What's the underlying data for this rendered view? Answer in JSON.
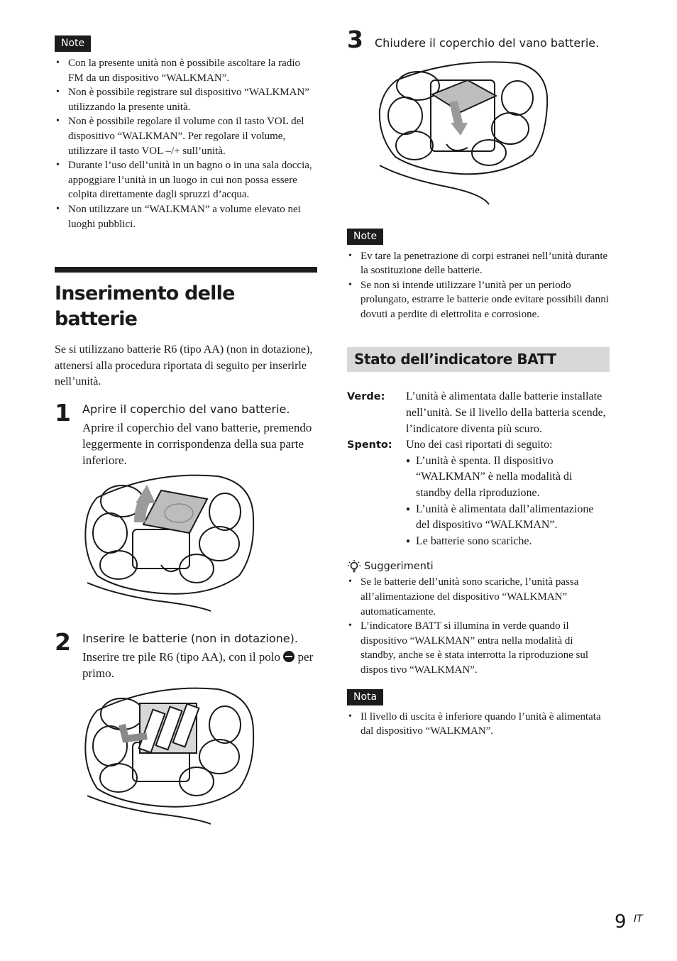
{
  "left": {
    "notes_label": "Note",
    "notes": [
      "Con la presente unità non è possibile ascoltare la radio FM da un dispositivo “WALKMAN”.",
      "Non è possibile registrare sul dispositivo “WALKMAN” utilizzando la presente unità.",
      "Non è possibile regolare il volume con il tasto VOL del dispositivo “WALKMAN”. Per regolare il volume, utilizzare il tasto VOL –/+ sull’unità.",
      "Durante l’uso dell’unità in un bagno o in una sala doccia, appoggiare l’unità in un luogo in cui non possa essere colpita direttamente dagli spruzzi d’acqua.",
      "Non utilizzare un “WALKMAN” a volume elevato nei luoghi pubblici."
    ],
    "section_title": "Inserimento delle batterie",
    "intro": "Se si utilizzano batterie R6 (tipo AA) (non in dotazione), attenersi alla procedura riportata di seguito per inserirle nell’unità.",
    "step1": {
      "num": "1",
      "title": "Aprire il coperchio del vano batterie.",
      "body": "Aprire il coperchio del vano batterie, premendo leggermente in corrispondenza della sua parte inferiore."
    },
    "step2": {
      "num": "2",
      "title": "Inserire le batterie (non in dotazione).",
      "body_before": "Inserire tre pile R6 (tipo AA), con il polo",
      "body_after": "per primo."
    }
  },
  "right": {
    "step3": {
      "num": "3",
      "title": "Chiudere il coperchio del vano batterie."
    },
    "notes_label": "Note",
    "notes": [
      "Ev tare la penetrazione di corpi estranei nell’unità durante la sostituzione delle batterie.",
      "Se non si intende utilizzare l’unità per un periodo prolungato, estrarre le batterie onde evitare possibili danni dovuti a perdite di elettrolita e corrosione."
    ],
    "section_title": "Stato dell’indicatore BATT",
    "verde_key": "Verde:",
    "verde_text": "L’unità è alimentata dalle batterie installate nell’unità. Se il livello della batteria scende, l’indicatore diventa più scuro.",
    "spento_key": "Spento:",
    "spento_intro": "Uno dei casi riportati di seguito:",
    "spento_items": [
      "L’unità è spenta. Il dispositivo “WALKMAN” è nella modalità di standby della riproduzione.",
      "L’unità è alimentata dall’alimentazione del dispositivo “WALKMAN”.",
      "Le batterie sono scariche."
    ],
    "tips_label": "Suggerimenti",
    "tips": [
      "Se le batterie dell’unità sono scariche, l’unità passa all’alimentazione del dispositivo “WALKMAN” automaticamente.",
      "L’indicatore BATT si illumina in verde quando il dispositivo “WALKMAN” entra nella modalità di standby, anche se è stata interrotta la riproduzione sul dispos tivo “WALKMAN”."
    ],
    "nota_label": "Nota",
    "nota": [
      "Il livello di uscita è inferiore quando l’unità è alimentata dal dispositivo “WALKMAN”."
    ]
  },
  "footer": {
    "page_number": "9",
    "language": "IT"
  }
}
